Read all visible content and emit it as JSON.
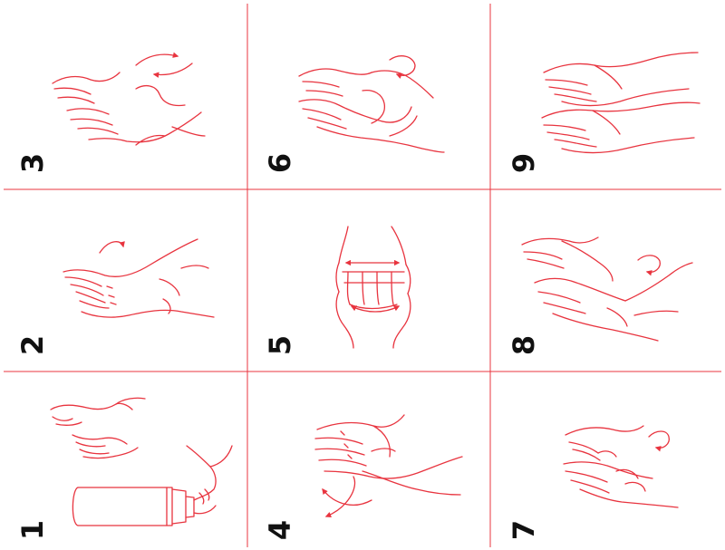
{
  "colors": {
    "ink": "#e8343f",
    "grid": "#e8343f",
    "number": "#111111",
    "background": "#ffffff"
  },
  "steps": [
    {
      "number": "1",
      "icon": "soap-dispenser-icon"
    },
    {
      "number": "2",
      "icon": "palm-to-palm-rub-icon"
    },
    {
      "number": "3",
      "icon": "back-of-hands-rub-icon"
    },
    {
      "number": "4",
      "icon": "interlaced-fingers-icon"
    },
    {
      "number": "5",
      "icon": "fingers-interlocked-icon"
    },
    {
      "number": "6",
      "icon": "thumb-rotational-rub-icon"
    },
    {
      "number": "7",
      "icon": "fingertips-rub-icon"
    },
    {
      "number": "8",
      "icon": "wrist-rub-icon"
    },
    {
      "number": "9",
      "icon": "clean-hands-icon"
    }
  ]
}
